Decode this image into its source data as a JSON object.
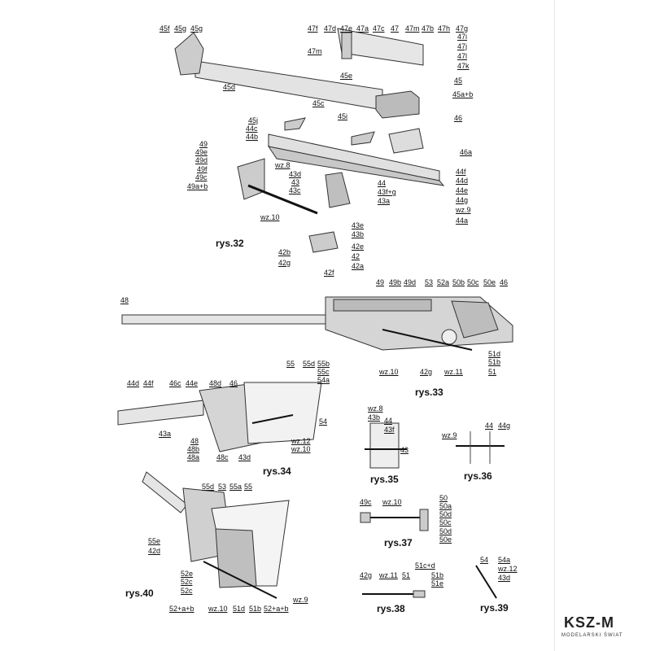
{
  "labels_r32": [
    "45f",
    "45g",
    "45g",
    "47f",
    "47d",
    "47e",
    "47a",
    "47c",
    "47",
    "47m",
    "47b",
    "47h",
    "47g",
    "47i",
    "47j",
    "47l",
    "47k",
    "47m",
    "45",
    "45a+b",
    "45e",
    "45d",
    "45c",
    "45j",
    "44c",
    "44b",
    "45i",
    "46",
    "46a",
    "49",
    "49e",
    "49d",
    "49f",
    "49c",
    "49a+b",
    "wz.8",
    "43d",
    "43",
    "43c",
    "44",
    "43f+g",
    "43a",
    "44f",
    "44d",
    "44e",
    "44g",
    "wz.9",
    "44a",
    "wz.10",
    "43e",
    "43b",
    "42e",
    "42b",
    "42",
    "42g",
    "42a",
    "42f"
  ],
  "labels_r33": [
    "48",
    "49",
    "49b",
    "49d",
    "53",
    "52a",
    "50b",
    "50c",
    "50e",
    "46",
    "51d",
    "51b",
    "51",
    "wz.10",
    "42g",
    "wz.11"
  ],
  "labels_r34": [
    "55",
    "55d",
    "55b",
    "55c",
    "54a",
    "44d",
    "44f",
    "46c",
    "44e",
    "48d",
    "46",
    "43a",
    "54",
    "48",
    "48b",
    "48a",
    "48c",
    "43d",
    "wz.12",
    "wz.10"
  ],
  "labels_r35": [
    "wz.8",
    "43b",
    "44",
    "43f",
    "43"
  ],
  "labels_r36": [
    "44",
    "44g",
    "wz.9"
  ],
  "labels_r37": [
    "49c",
    "wz.10",
    "50",
    "50a",
    "50d",
    "50c",
    "50d",
    "50e"
  ],
  "labels_r38": [
    "42g",
    "wz.11",
    "51",
    "51c+d",
    "51b",
    "51e"
  ],
  "labels_r39": [
    "54",
    "54a",
    "wz.12",
    "43d"
  ],
  "labels_r40": [
    "55d",
    "53",
    "55a",
    "55",
    "55e",
    "42d",
    "52e",
    "52c",
    "52c",
    "52+a+b",
    "wz.10",
    "51d",
    "51b",
    "52+a+b",
    "wz.9"
  ],
  "figures": {
    "r32": "rys.32",
    "r33": "rys.33",
    "r34": "rys.34",
    "r35": "rys.35",
    "r36": "rys.36",
    "r37": "rys.37",
    "r38": "rys.38",
    "r39": "rys.39",
    "r40": "rys.40"
  },
  "brand": {
    "logo": "KSZ-M",
    "subtitle": "MODELARSKI ŚWIAT"
  }
}
